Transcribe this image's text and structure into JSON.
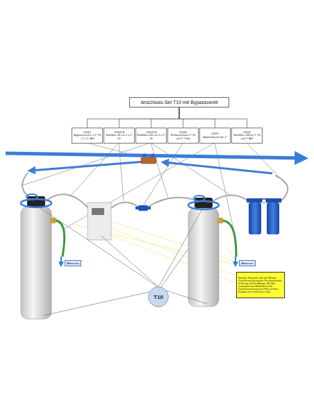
{
  "diagram": {
    "nodes": [
      {
        "text": [
          "Anschluss-Set T10 mit Bypassventil"
        ]
      },
      {
        "text": [
          "22031",
          "Bypassventil 2 x 1\" IG + 2 x 1\" AG"
        ]
      },
      {
        "text": [
          "22026-B",
          "Stahlflex 30 cm 2 x 1\" IG"
        ]
      },
      {
        "text": [
          "22023-B",
          "Stahlflex 100 cm 2 x 1\" IG"
        ]
      },
      {
        "text": [
          "22045",
          "Schlauchstück 1\" IG auf 1\" Tülle"
        ]
      },
      {
        "text": [
          "22071",
          "Spülschlauch 5m 1\""
        ]
      },
      {
        "text": [
          "22022",
          "Stahlflex 100cm 1\" IG auf 1\" AG"
        ]
      },
      {
        "text": [
          "T10"
        ]
      },
      {
        "text": [
          "Hinweis: Beachten Sie die Wasser-Durchflussrichtung des Rückspülventils in Bezug auf Ihre Anlage. Bei den automatischen Modellen ist die Durchflussrichtung mit Pfeil auf dem Display von rechts nach links"
        ]
      }
    ],
    "edges": [
      {
        "from": 0,
        "to": 1,
        "arrow": "none"
      },
      {
        "from": 0,
        "to": 2,
        "arrow": "none"
      },
      {
        "from": 0,
        "to": 3,
        "arrow": "none"
      },
      {
        "from": 0,
        "to": 4,
        "arrow": "none"
      },
      {
        "from": 0,
        "to": 5,
        "arrow": "none"
      },
      {
        "from": 0,
        "to": 6,
        "arrow": "none"
      }
    ],
    "labels": [
      "Abwasser",
      "Abwasser"
    ]
  }
}
